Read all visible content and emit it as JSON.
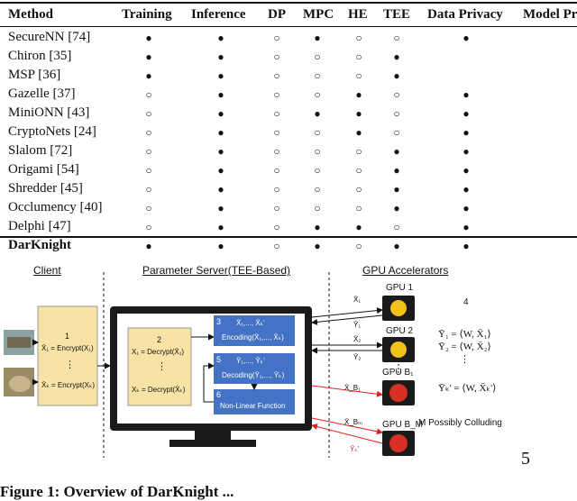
{
  "table": {
    "headers": [
      "Method",
      "Training",
      "Inference",
      "DP",
      "MPC",
      "HE",
      "TEE",
      "Data Privacy",
      "Model Pri"
    ],
    "rows": [
      {
        "name": "SecureNN [74]",
        "marks": [
          "●",
          "●",
          "○",
          "●",
          "○",
          "○",
          "●"
        ]
      },
      {
        "name": "Chiron [35]",
        "marks": [
          "●",
          "●",
          "○",
          "○",
          "○",
          "●",
          ""
        ]
      },
      {
        "name": "MSP [36]",
        "marks": [
          "●",
          "●",
          "○",
          "○",
          "○",
          "●",
          ""
        ]
      },
      {
        "name": "Gazelle [37]",
        "marks": [
          "○",
          "●",
          "○",
          "○",
          "●",
          "○",
          "●"
        ]
      },
      {
        "name": "MiniONN [43]",
        "marks": [
          "○",
          "●",
          "○",
          "●",
          "●",
          "○",
          "●"
        ]
      },
      {
        "name": "CryptoNets [24]",
        "marks": [
          "○",
          "●",
          "○",
          "○",
          "●",
          "○",
          "●"
        ]
      },
      {
        "name": "Slalom [72]",
        "marks": [
          "○",
          "●",
          "○",
          "○",
          "○",
          "●",
          "●"
        ]
      },
      {
        "name": "Origami [54]",
        "marks": [
          "○",
          "●",
          "○",
          "○",
          "○",
          "●",
          "●"
        ]
      },
      {
        "name": "Shredder [45]",
        "marks": [
          "○",
          "●",
          "○",
          "○",
          "○",
          "●",
          "●"
        ]
      },
      {
        "name": "Occlumency [40]",
        "marks": [
          "○",
          "●",
          "○",
          "○",
          "○",
          "●",
          "●"
        ]
      },
      {
        "name": "Delphi [47]",
        "marks": [
          "○",
          "●",
          "○",
          "●",
          "●",
          "○",
          "●"
        ]
      },
      {
        "name": "DarKnight",
        "marks": [
          "●",
          "●",
          "○",
          "●",
          "○",
          "●",
          "●"
        ],
        "bold": true
      }
    ]
  },
  "figure": {
    "client_label": "Client",
    "server_label": "Parameter Server(TEE-Based)",
    "gpu_label": "GPU Accelerators",
    "box1_num": "1",
    "box1_line1": "X̄₁ = Encrypt(X₁)",
    "box1_line2": "X̄ₖ = Encrypt(Xₖ)",
    "box2_num": "2",
    "box2_line1": "X₁ = Decrypt(X̄₁)",
    "box2_line2": "Xₖ = Decrypt(X̄ₖ)",
    "box3_num": "3",
    "box3_line1": "X̄₁,..., X̄ₖ'",
    "box3_line2": "Encoding(X̄₁,..., X̄ₖ)",
    "box5_num": "5",
    "box5_line1": "Ȳ₁,..., Ȳₖ'",
    "box5_line2": "Decoding(Ȳ₁,..., Ȳₖ)",
    "box6_num": "6",
    "box6_line1": "Non-Linear Function",
    "gpu1": "GPU 1",
    "gpu2": "GPU 2",
    "gpub1": "GPU B₁",
    "gpubm": "GPU B_M",
    "step4": "4",
    "eq1": "Ȳ₁ = ⟨W, X̄₁⟩",
    "eq2": "Ȳ₂ = ⟨W, X̄₂⟩",
    "eq3": "Ȳₖ' = ⟨W, X̄ₖ'⟩",
    "colluding": "M Possibly Colluding",
    "arr_x1": "X̄₁",
    "arr_y1": "Ȳ₁",
    "arr_x2": "X̄₂",
    "arr_y2": "Ȳ₂",
    "arr_xb1": "X̄_B₁",
    "arr_xbm": "X̄_Bₘ",
    "arr_yk": "Ȳₖ'",
    "page_num": "5"
  },
  "caption": "Figure 1: Overview of DarKnight ...",
  "colors": {
    "client_box": "#f8e3a6",
    "server_box": "#f8e3a6",
    "encode_box": "#4472c4",
    "monitor": "#1a1a1a",
    "gpu_good": "#f2c21a",
    "gpu_bad": "#d93025",
    "red_arrow": "#e02020"
  }
}
